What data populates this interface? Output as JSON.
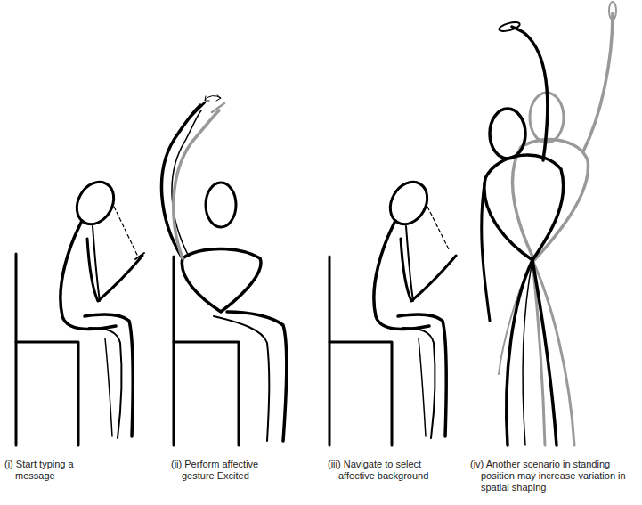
{
  "diagram": {
    "labels": [
      "(i) Start typing a message",
      "(ii) Perform affective gesture Excited",
      "(iii) Navigate to select affective background",
      "(iv) Another scenario in standing position may increase variation in spatial shaping"
    ]
  }
}
